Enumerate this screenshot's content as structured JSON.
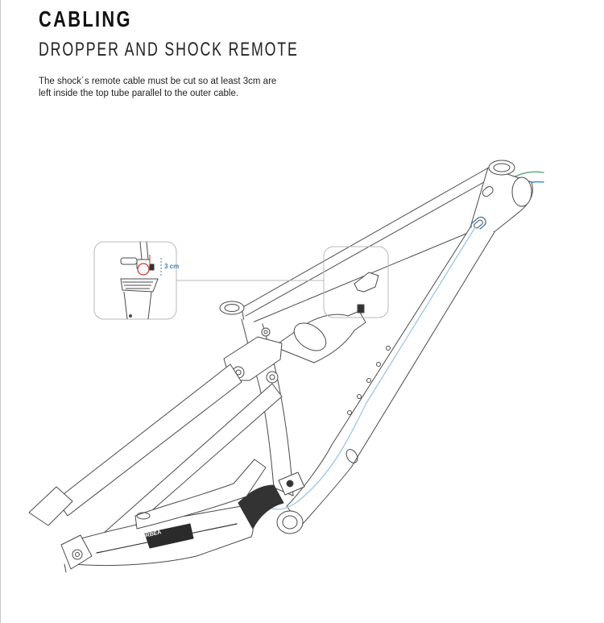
{
  "header": {
    "title": "CABLING",
    "subtitle": "DROPPER AND SHOCK REMOTE"
  },
  "instructions": {
    "line1": "The shock´s remote cable must be cut so at least 3cm are",
    "line2": "left inside the top tube parallel to the outer cable."
  },
  "diagram": {
    "measurement_label": "3 cm",
    "frame_logo": "ORBEA",
    "colors": {
      "outline": "#4a4a4a",
      "frame_fill": "#ffffff",
      "callout_border": "#b8b8b8",
      "cable_green": "#6ab187",
      "cable_blue": "#4a98cc",
      "cable_light_blue": "#9cc6e4",
      "highlight_red": "#d9352b",
      "dim_blue": "#3a7fb8"
    }
  }
}
